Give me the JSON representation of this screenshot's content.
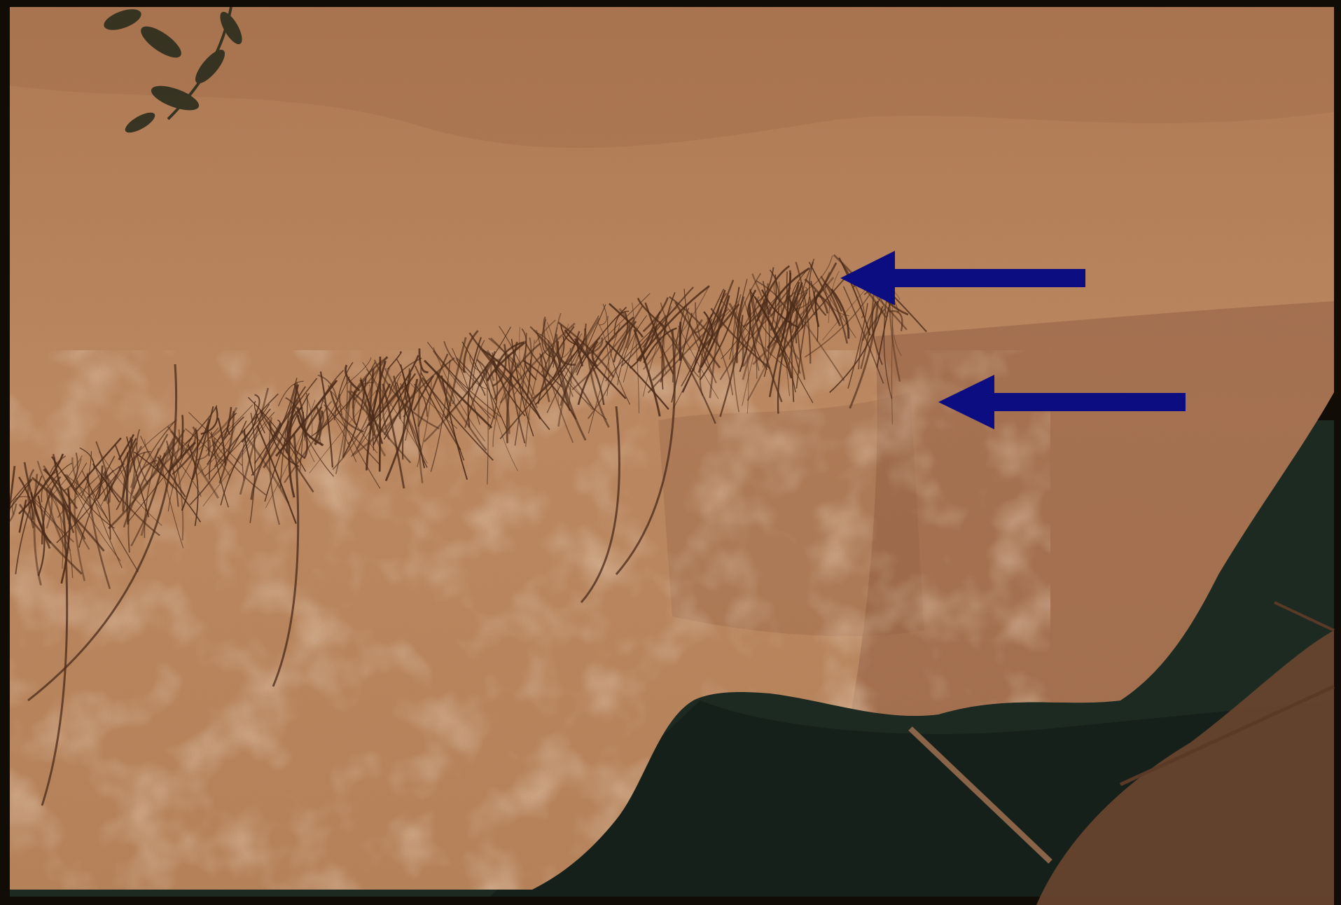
{
  "photo": {
    "subject": "soil-bank-cross-section",
    "colors": {
      "frame": "#120c06",
      "soil_top": "#b07852",
      "soil_mid": "#c08a62",
      "soil_dark": "#8f5a40",
      "soil_light": "#d3a27a",
      "roots": "#4a2a18",
      "water": "#1d2a22",
      "water_shadow": "#141d17",
      "debris": "#6b4630",
      "leaves": "#24281a"
    }
  },
  "annotations": {
    "arrows": [
      {
        "name": "upper-horizon-arrow",
        "direction": "left",
        "color": "#0d0d82"
      },
      {
        "name": "lower-horizon-arrow",
        "direction": "left",
        "color": "#0d0d82"
      }
    ]
  }
}
